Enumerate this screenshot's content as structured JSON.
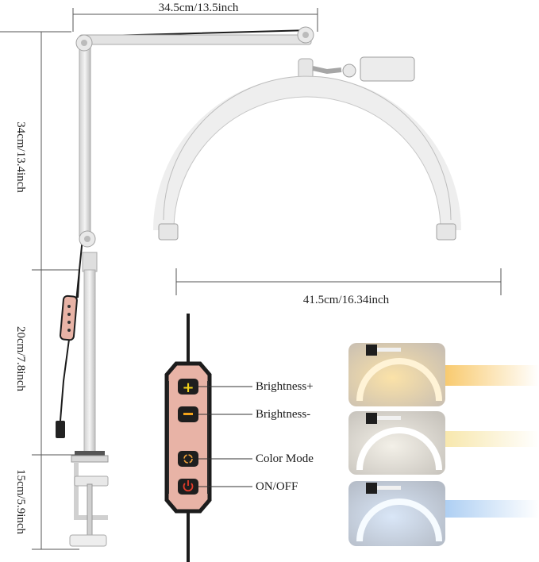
{
  "dimensions": {
    "arm_width": "34.5cm/13.5inch",
    "arm_height": "34cm/13.4inch",
    "pole_height": "20cm/7.8inch",
    "clamp_height": "15cm/5.9inch",
    "lamp_width": "41.5cm/16.34inch"
  },
  "controller": {
    "buttons": [
      {
        "label": "Brightness+",
        "icon": "plus-icon"
      },
      {
        "label": "Brightness-",
        "icon": "minus-icon"
      },
      {
        "label": "Color Mode",
        "icon": "color-mode-icon"
      },
      {
        "label": "ON/OFF",
        "icon": "power-icon"
      }
    ],
    "colors": {
      "body": "#e8b3a6",
      "frame": "#1c1c1c",
      "plus": "#f2d21a",
      "minus": "#f2a21a",
      "power": "#e23b2a"
    }
  },
  "color_modes": [
    {
      "mode": "warm",
      "glow": "#f8c766"
    },
    {
      "mode": "neutral",
      "glow": "#f7e6a8"
    },
    {
      "mode": "cool",
      "glow": "#a9ccf2"
    }
  ]
}
